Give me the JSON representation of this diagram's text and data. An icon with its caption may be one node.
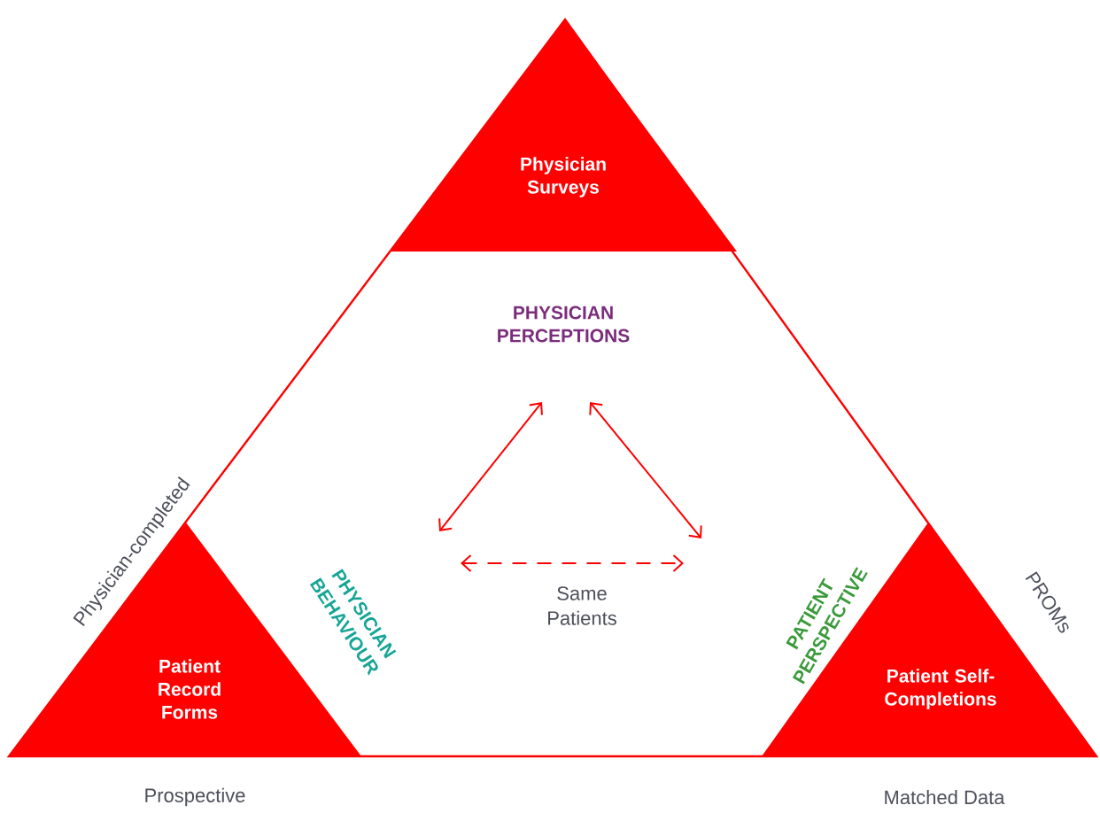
{
  "diagram": {
    "nodes": [
      {
        "text": [
          "Physician Surveys"
        ]
      },
      {
        "text": [
          "Patient Record Forms"
        ]
      },
      {
        "text": [
          "Patient Self-Completions"
        ]
      },
      {
        "text": [
          "PHYSICIAN PERCEPTIONS"
        ]
      },
      {
        "text": [
          "PHYSICIAN BEHAVIOUR"
        ]
      },
      {
        "text": [
          "PATIENT PERSPECTIVE"
        ]
      }
    ],
    "edges": [
      {
        "from": 4,
        "to": 3,
        "arrow": "both"
      },
      {
        "from": 3,
        "to": 5,
        "arrow": "both"
      },
      {
        "from": 4,
        "to": 5,
        "arrow": "both",
        "style": "dashed",
        "label": "Same Patients"
      }
    ],
    "labels": [
      "Physician-completed",
      "PROMs",
      "Prospective",
      "Matched Data"
    ]
  }
}
